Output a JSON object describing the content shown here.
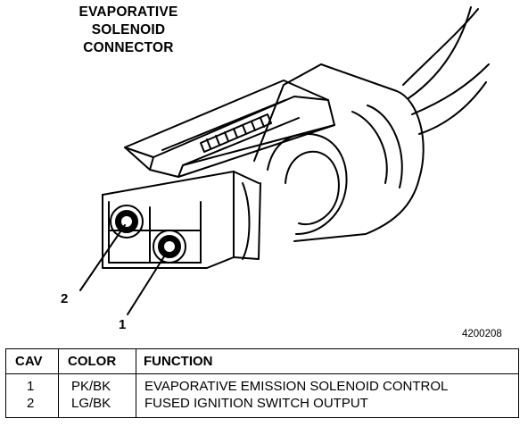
{
  "title": {
    "line1": "EVAPORATIVE",
    "line2": "SOLENOID",
    "line3": "CONNECTOR"
  },
  "callouts": {
    "pin2": "2",
    "pin1": "1"
  },
  "figure_id": "4200208",
  "table": {
    "headers": {
      "cav": "CAV",
      "color": "COLOR",
      "function": "FUNCTION"
    },
    "rows": [
      {
        "cav": "1",
        "color": "PK/BK",
        "function": "EVAPORATIVE EMISSION SOLENOID CONTROL"
      },
      {
        "cav": "2",
        "color": "LG/BK",
        "function": "FUSED IGNITION SWITCH OUTPUT"
      }
    ]
  }
}
